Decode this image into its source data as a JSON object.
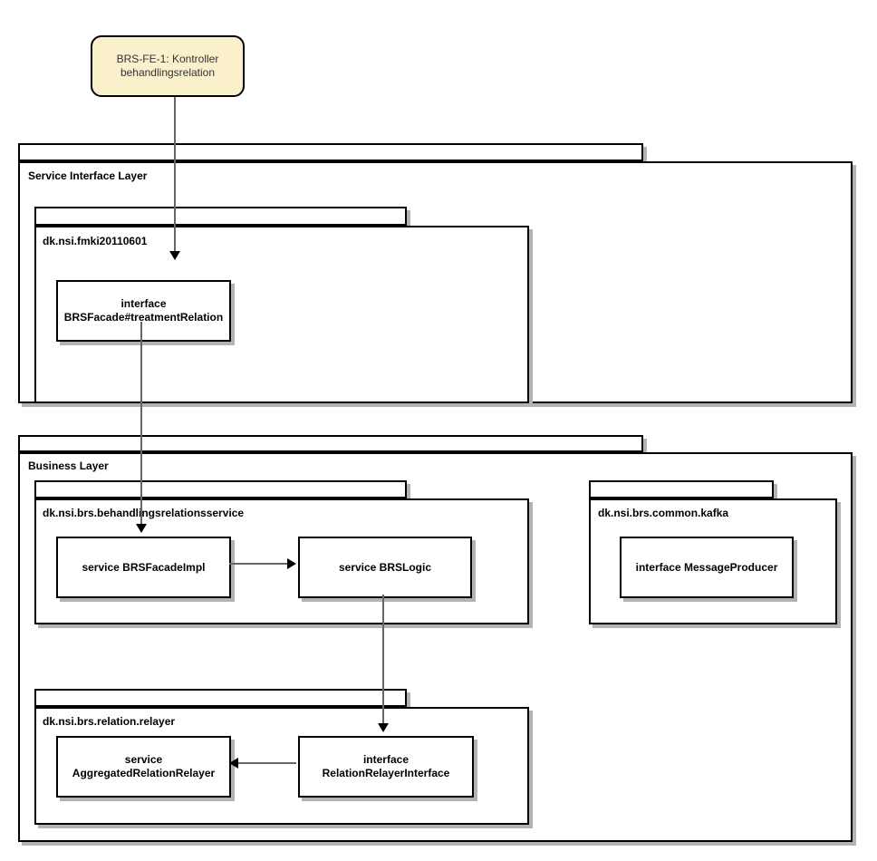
{
  "colors": {
    "background": "#ffffff",
    "node_border": "#000000",
    "node_fill": "#ffffff",
    "shadow": "#b3b3b3",
    "connector_line": "#666666",
    "arrowhead": "#000000",
    "actor_fill": "#fbf0cc",
    "actor_text": "#333333",
    "label_text": "#000000"
  },
  "actor": {
    "label": "BRS-FE-1: Kontroller\nbehandlingsrelation"
  },
  "layers": {
    "service_interface": {
      "label": "Service Interface Layer",
      "packages": {
        "fmki": {
          "label": "dk.nsi.fmki20110601",
          "nodes": {
            "brs_facade": {
              "label": "interface\nBRSFacade#treatmentRelation"
            }
          }
        }
      }
    },
    "business": {
      "label": "Business Layer",
      "packages": {
        "behandlingsrelationsservice": {
          "label": "dk.nsi.brs.behandlingsrelationsservice",
          "nodes": {
            "brs_facade_impl": {
              "label": "service BRSFacadeImpl"
            },
            "brs_logic": {
              "label": "service BRSLogic"
            }
          }
        },
        "common_kafka": {
          "label": "dk.nsi.brs.common.kafka",
          "nodes": {
            "message_producer": {
              "label": "interface MessageProducer"
            }
          }
        },
        "relation_relayer": {
          "label": "dk.nsi.brs.relation.relayer",
          "nodes": {
            "aggregated_relation_relayer": {
              "label": "service\nAggregatedRelationRelayer"
            },
            "relation_relayer_interface": {
              "label": "interface\nRelationRelayerInterface"
            }
          }
        }
      }
    }
  },
  "connections": [
    {
      "from": "BRS-FE-1: Kontroller behandlingsrelation",
      "to": "interface BRSFacade#treatmentRelation",
      "direction": "down"
    },
    {
      "from": "interface BRSFacade#treatmentRelation",
      "to": "service BRSFacadeImpl",
      "direction": "down"
    },
    {
      "from": "service BRSFacadeImpl",
      "to": "service BRSLogic",
      "direction": "right"
    },
    {
      "from": "service BRSLogic",
      "to": "interface RelationRelayerInterface",
      "direction": "down"
    },
    {
      "from": "interface RelationRelayerInterface",
      "to": "service AggregatedRelationRelayer",
      "direction": "left"
    }
  ]
}
